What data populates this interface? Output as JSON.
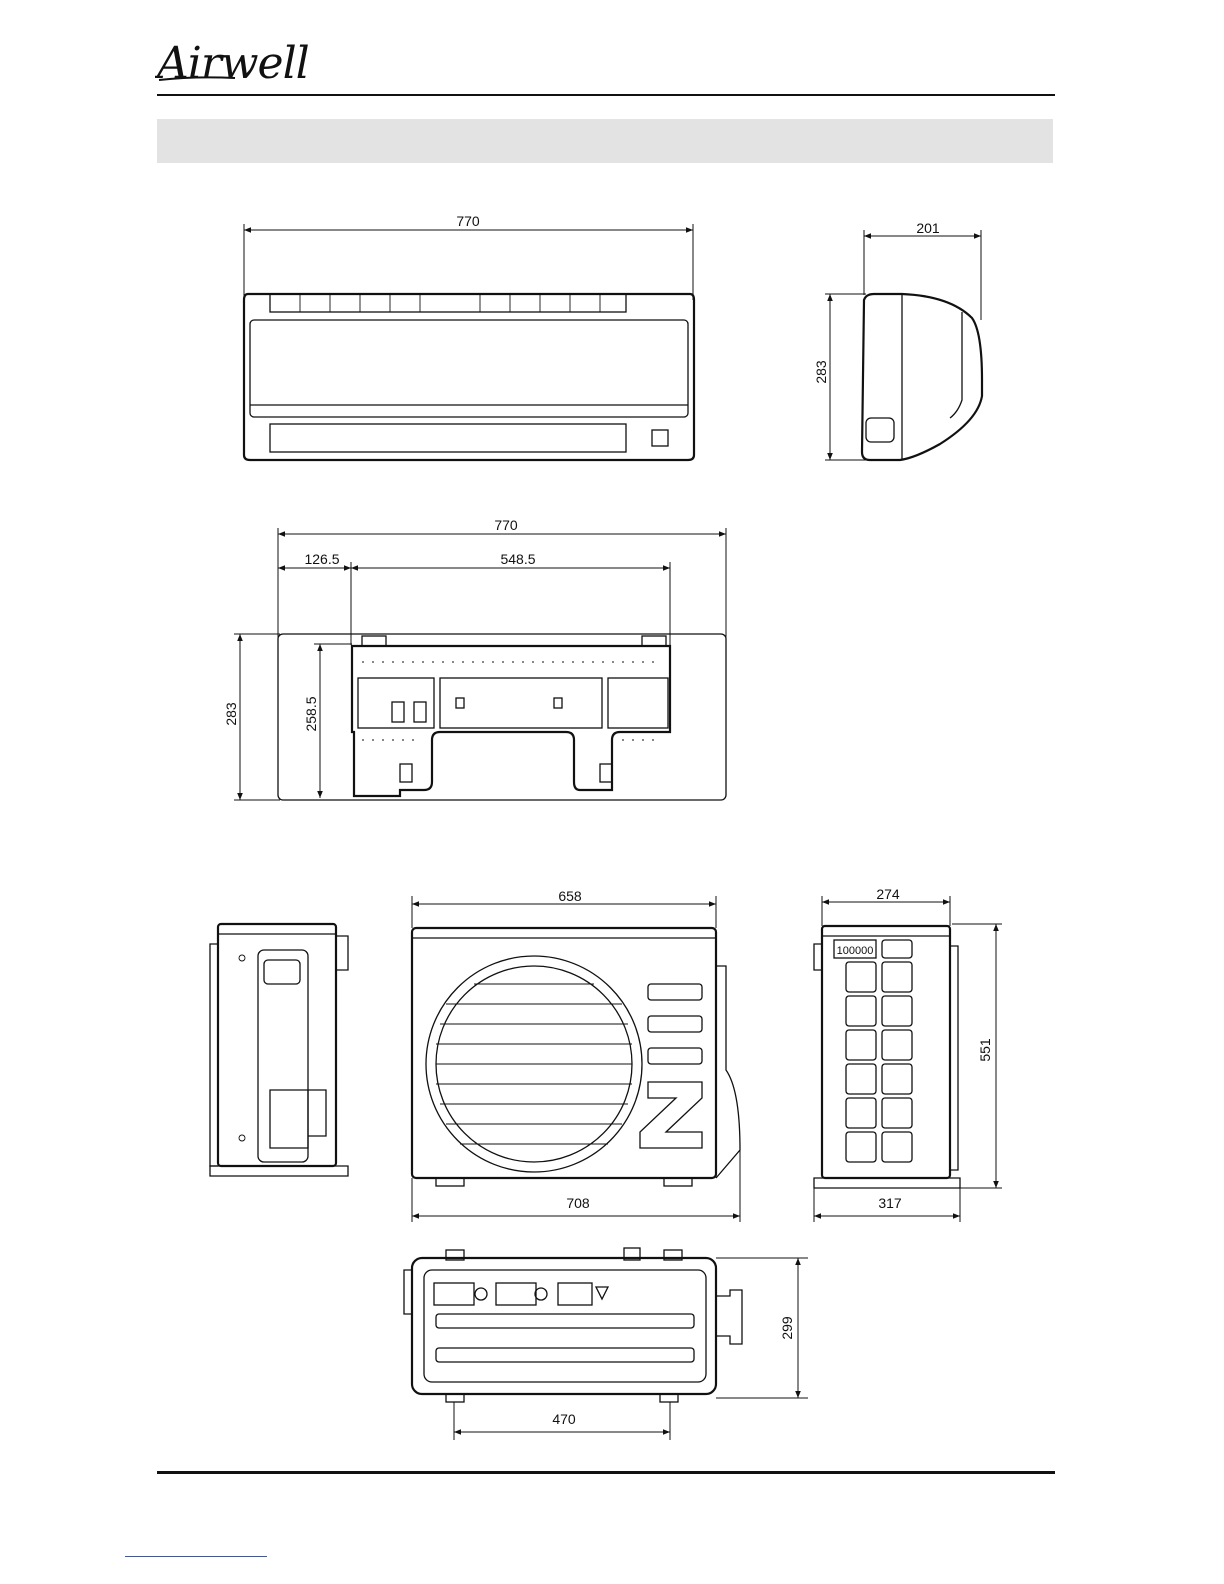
{
  "brand": {
    "logo_text": "Airwell"
  },
  "section": {
    "title": ""
  },
  "indoor_unit": {
    "front": {
      "width": "770"
    },
    "side": {
      "depth": "201",
      "height": "283"
    },
    "rear": {
      "width": "770",
      "left_offset": "126.5",
      "plate_width": "548.5",
      "height": "283",
      "plate_height": "258.5"
    }
  },
  "outdoor_unit": {
    "front": {
      "top_width": "658",
      "bottom_width": "708"
    },
    "side": {
      "depth": "274",
      "base_depth": "317",
      "height": "551",
      "label": "100000"
    },
    "bottom": {
      "foot_spacing": "470",
      "depth": "299"
    }
  },
  "colors": {
    "section_bar": "#e3e3e3",
    "line": "#111111"
  }
}
